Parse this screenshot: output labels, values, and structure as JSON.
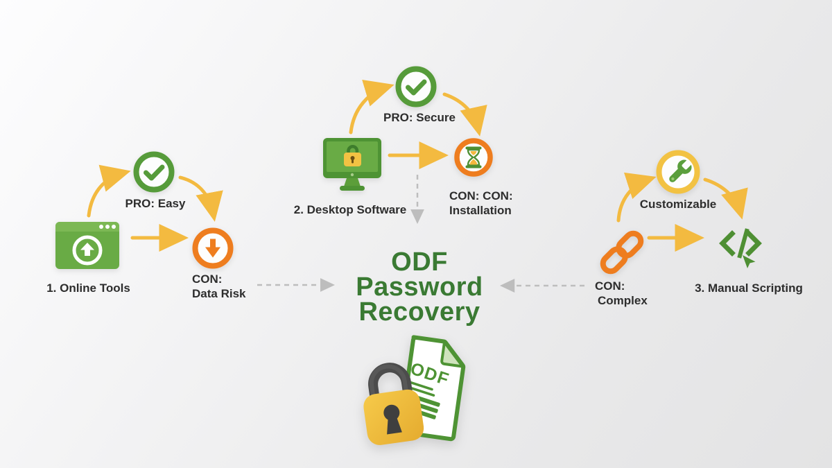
{
  "title": {
    "lines": [
      "ODF",
      "Password",
      "Recovery"
    ],
    "color": "#3a7a33"
  },
  "center_graphic": {
    "document_label": "ODF"
  },
  "methods": {
    "online_tools": {
      "label": "1. Online Tools",
      "pro_label": "PRO: Easy",
      "con_label_line1": "CON:",
      "con_label_line2": "Data Risk"
    },
    "desktop_software": {
      "label": "2. Desktop Software",
      "pro_label": "PRO: Secure",
      "con_label_line1": "CON: CON:",
      "con_label_line2": "Installation"
    },
    "manual_scripting": {
      "label": "3. Manual Scripting",
      "pro_label": "Customizable",
      "con_label_line1": "CON:",
      "con_label_line2": "Complex"
    }
  },
  "icons": {
    "online_tools": "upload-browser-icon",
    "pro_easy": "checkmark-circle-icon",
    "con_data_risk": "download-circle-icon",
    "desktop_software": "monitor-lock-icon",
    "pro_secure": "checkmark-circle-icon",
    "con_installation": "hourglass-circle-icon",
    "customizable": "wrench-circle-icon",
    "con_complex": "chain-link-icon",
    "manual_scripting": "code-cursor-icon",
    "center": [
      "padlock-icon",
      "odf-document-icon"
    ]
  },
  "colors": {
    "green": "#569b3a",
    "dark_green": "#4e8f33",
    "title_green": "#3a7a33",
    "orange": "#ee7d1f",
    "arrow_yellow": "#f3ba40",
    "gold": "#f2c243",
    "text": "#2d2d2d",
    "dash_gray": "#bfbfbf",
    "background_top": "#fdfdfe",
    "background_bottom": "#e3e3e4"
  }
}
